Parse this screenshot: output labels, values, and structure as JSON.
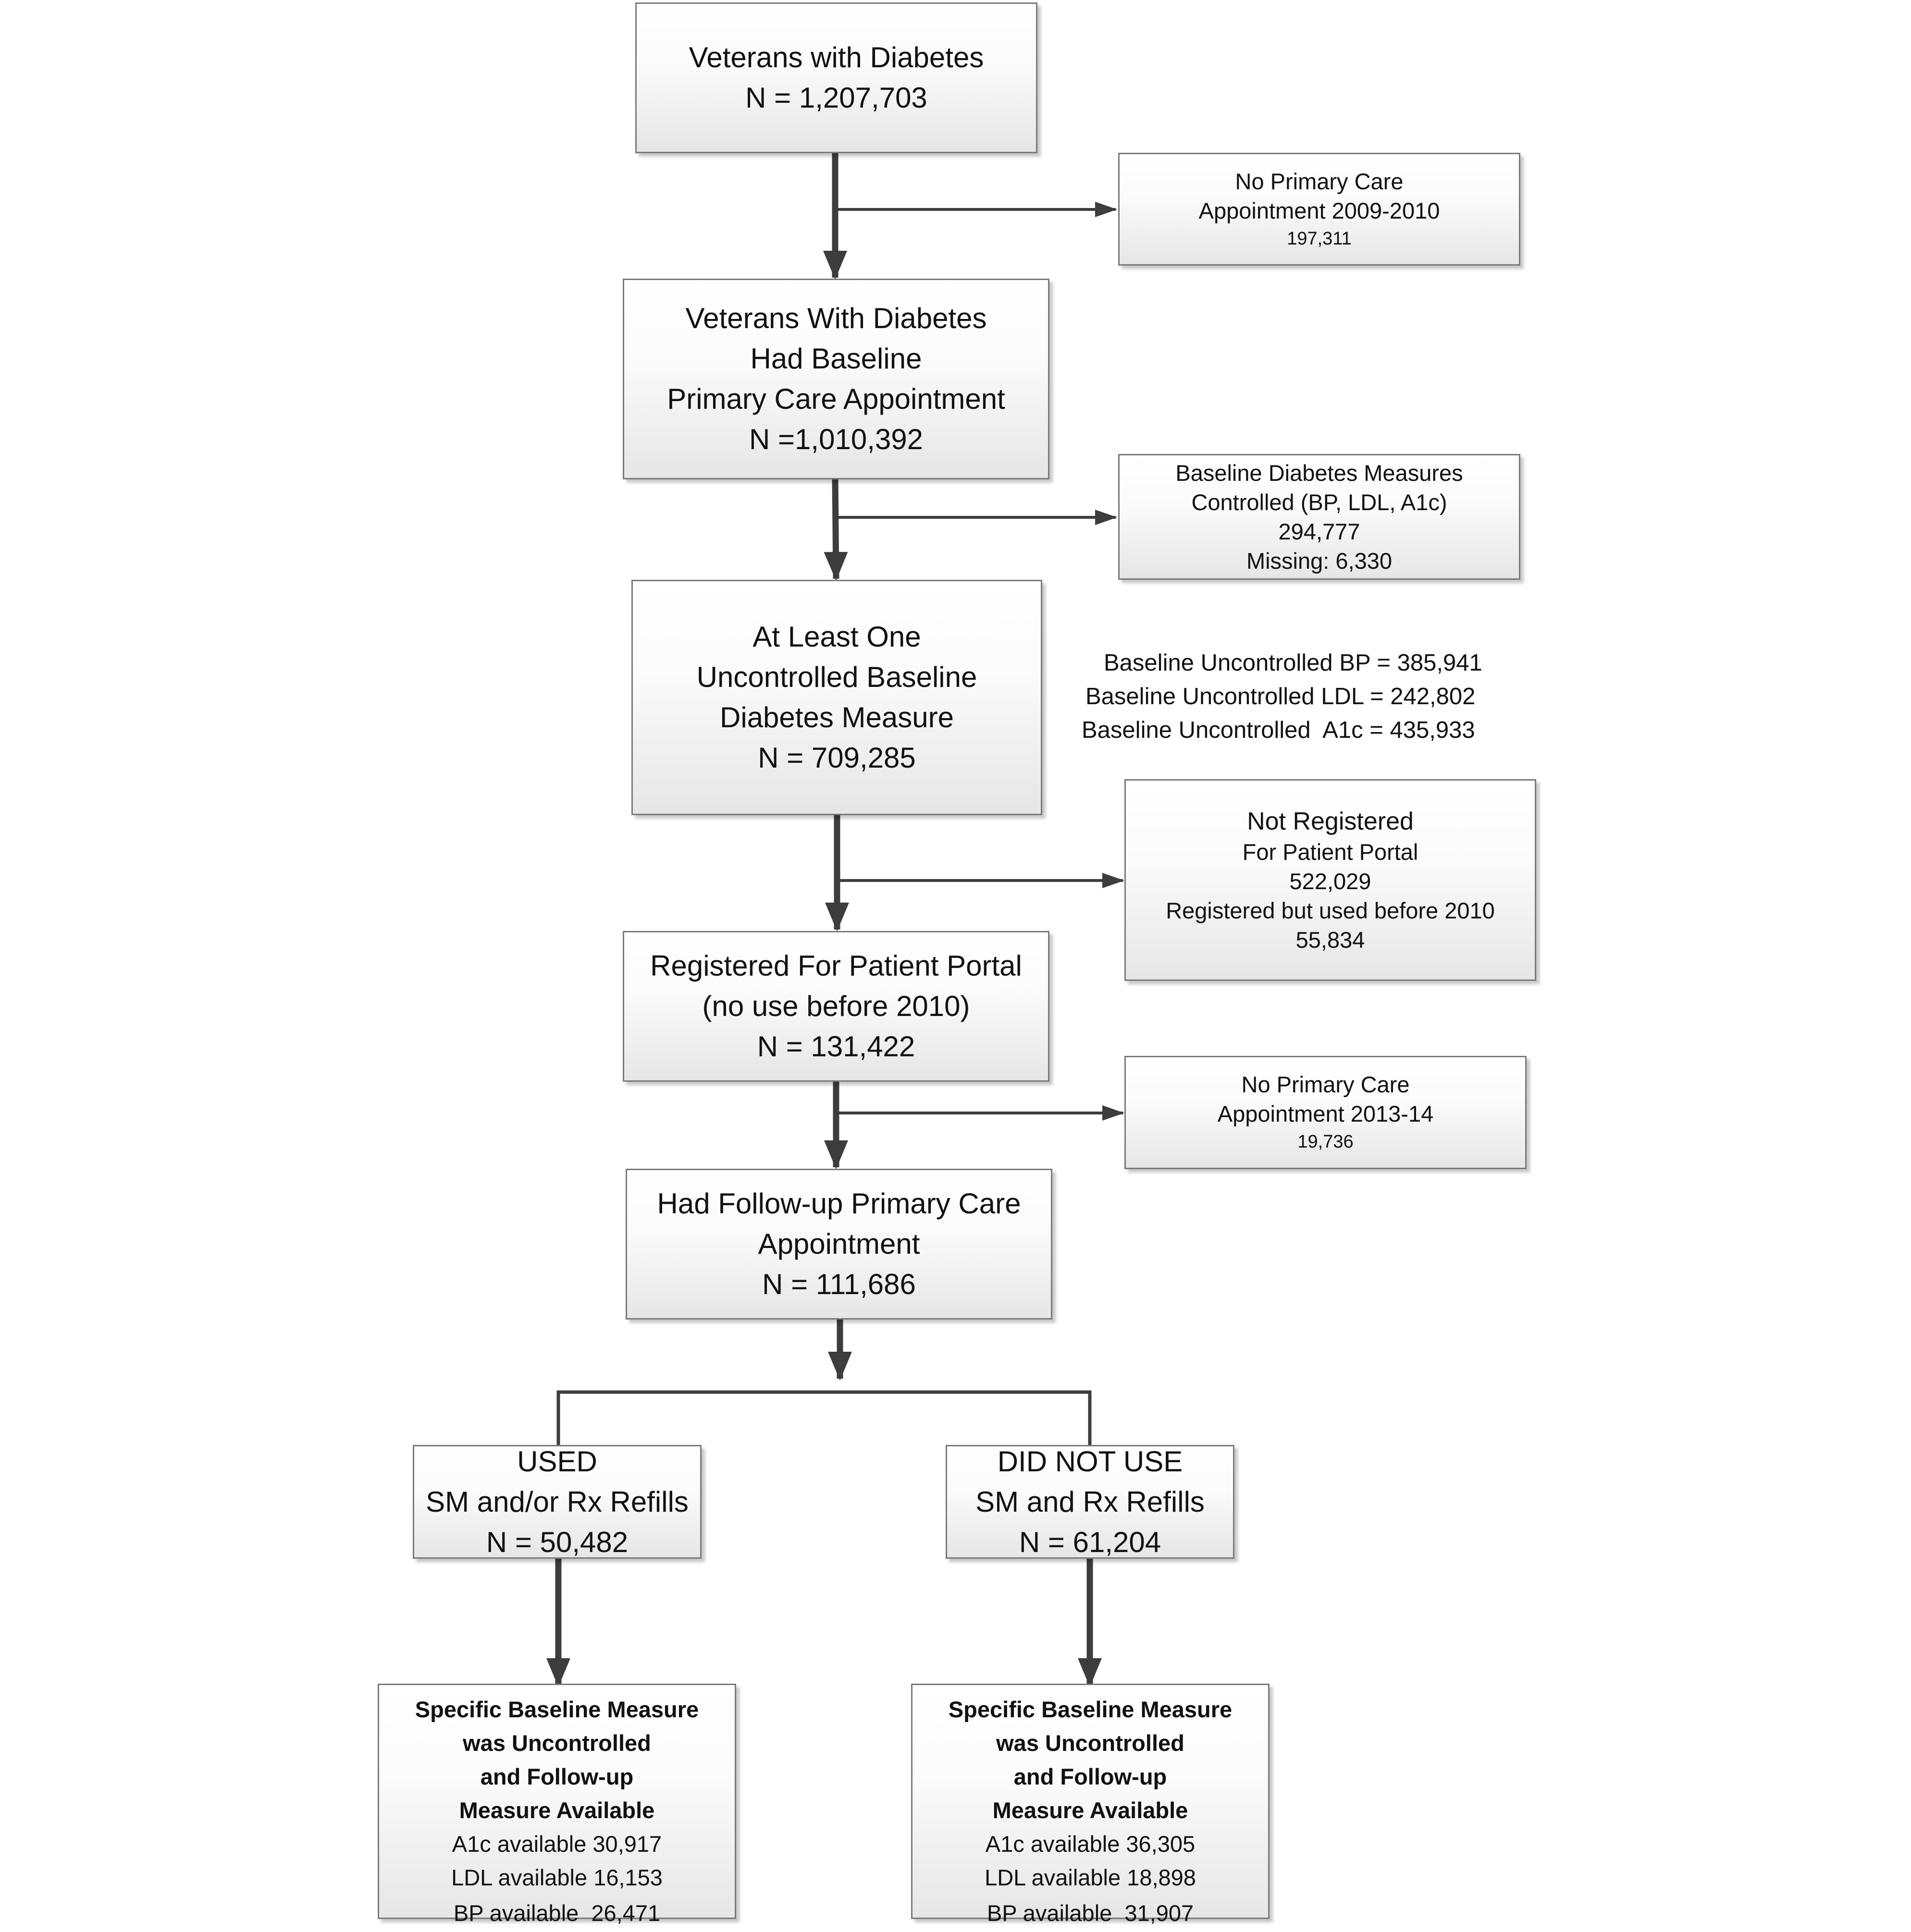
{
  "boxes": {
    "b1": {
      "line1": "Veterans with Diabetes",
      "line2": "N = 1,207,703"
    },
    "e1": {
      "line1": "No Primary Care",
      "line2": "Appointment 2009-2010",
      "line3": "197,311"
    },
    "b2": {
      "line1": "Veterans With Diabetes",
      "line2": "Had Baseline",
      "line3": "Primary Care Appointment",
      "line4": "N =1,010,392"
    },
    "e2": {
      "line1": "Baseline Diabetes Measures",
      "line2": "Controlled (BP, LDL, A1c)",
      "line3": "294,777",
      "line4": "Missing: 6,330"
    },
    "b3": {
      "line1": "At Least One",
      "line2": "Uncontrolled Baseline",
      "line3": "Diabetes Measure",
      "line4": "N = 709,285"
    },
    "e3": {
      "line1": "Not Registered",
      "line2": "For Patient Portal",
      "line3": "522,029",
      "line4": "Registered but used before 2010",
      "line5": "55,834"
    },
    "b4": {
      "line1": "Registered For Patient Portal",
      "line2": "(no use before 2010)",
      "line3": "N = 131,422"
    },
    "e4": {
      "line1": "No Primary Care",
      "line2": "Appointment 2013-14",
      "line3": "19,736"
    },
    "b5": {
      "line1": "Had Follow-up Primary Care",
      "line2": "Appointment",
      "line3": "N = 111,686"
    },
    "used": {
      "line1": "USED",
      "line2": "SM and/or Rx Refills",
      "line3": "N = 50,482"
    },
    "notused": {
      "line1": "DID NOT USE",
      "line2": "SM and Rx Refills",
      "line3": "N = 61,204"
    },
    "res_used": {
      "heading": [
        "Specific Baseline Measure",
        "was Uncontrolled",
        "and Follow-up",
        "Measure Available"
      ],
      "a1c": "A1c available 30,917",
      "ldl": "LDL available 16,153",
      "bp": "BP available  26,471"
    },
    "res_notused": {
      "heading": [
        "Specific Baseline Measure",
        "was Uncontrolled",
        "and Follow-up",
        "Measure Available"
      ],
      "a1c": "A1c available 36,305",
      "ldl": "LDL available 18,898",
      "bp": "BP available  31,907"
    }
  },
  "uncontrolled_notes": [
    "Baseline Uncontrolled BP = 385,941",
    "Baseline Uncontrolled LDL = 242,802",
    "Baseline Uncontrolled  A1c = 435,933"
  ],
  "colors": {
    "line": "#3d3d3d",
    "border": "#7a7a7a"
  }
}
